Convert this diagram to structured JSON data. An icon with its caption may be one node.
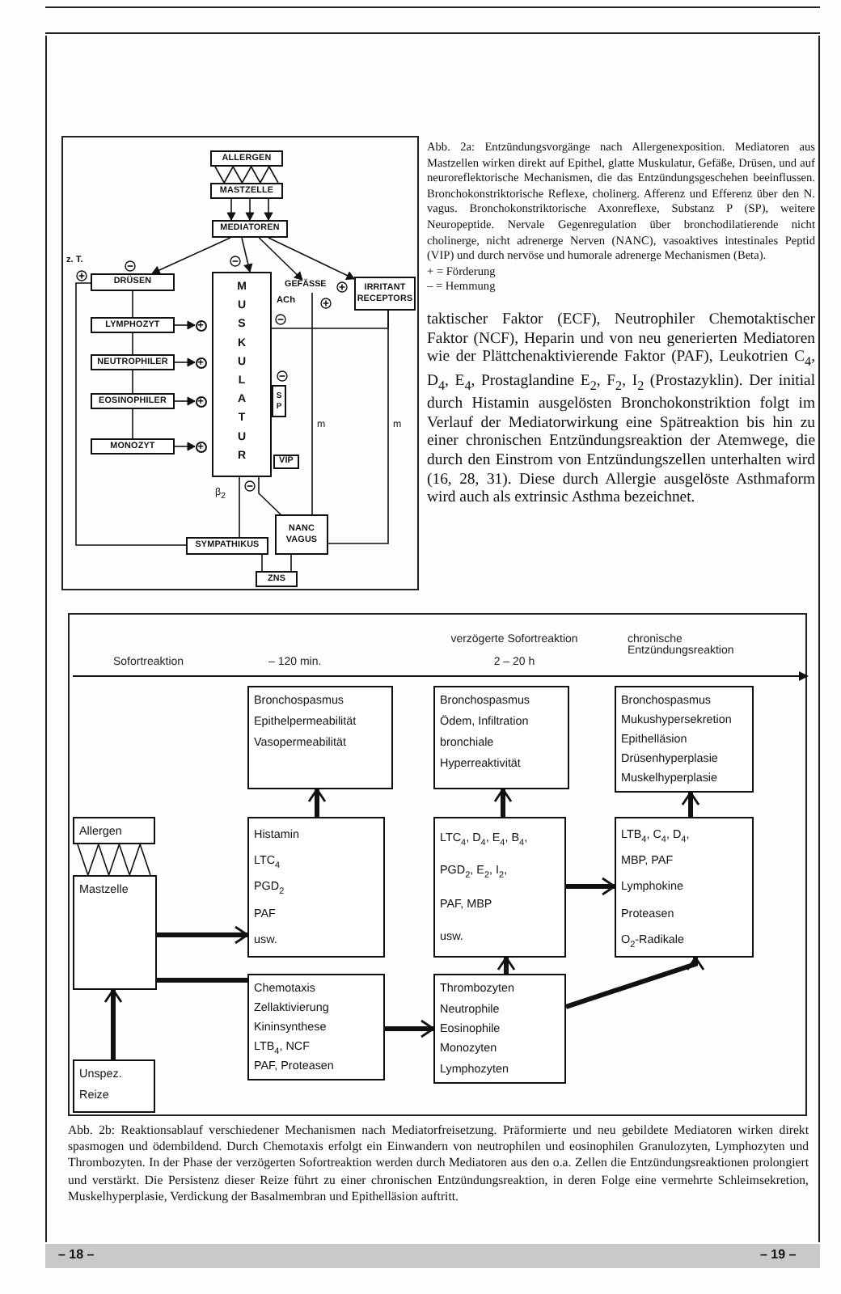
{
  "diagram": {
    "nodes": [
      {
        "text": [
          "ALLERGEN"
        ]
      },
      {
        "text": [
          "MASTZELLE"
        ]
      },
      {
        "text": [
          "MEDIATOREN"
        ]
      },
      {
        "text": [
          "DRÜSEN"
        ]
      },
      {
        "text": [
          "GEFÄSSE"
        ]
      },
      {
        "text": [
          "IRRITANT RECEPTORS"
        ]
      },
      {
        "text": [
          "MUSKULATUR"
        ]
      },
      {
        "text": [
          "LYMPHOZYT"
        ]
      },
      {
        "text": [
          "+"
        ]
      },
      {
        "text": [
          "NEUTROPHILER"
        ]
      },
      {
        "text": [
          "+"
        ]
      },
      {
        "text": [
          "SP"
        ]
      },
      {
        "text": [
          "EOSINOPHILER"
        ]
      },
      {
        "text": [
          "+"
        ]
      },
      {
        "text": [
          "MONOZYT"
        ]
      },
      {
        "text": [
          "+"
        ]
      },
      {
        "text": [
          "VIP"
        ]
      },
      {
        "text": [
          "NANC",
          "VAGUS"
        ]
      },
      {
        "text": [
          "SYMPATHIKUS"
        ]
      },
      {
        "text": [
          "ZNS"
        ]
      },
      {
        "text": [
          "Bronchospasmus",
          "Epithelpermeabilität",
          "Vasopermeabilität"
        ]
      },
      {
        "text": [
          "Bronchospasmus",
          "Ödem, Infiltration",
          "bronchiale Hyperreaktivität"
        ]
      },
      {
        "text": [
          "Bronchospasmus",
          "Mukushypersekretion",
          "Epithelläsion",
          "Drüsenhyperplasie",
          "Muskelhyperplasie"
        ]
      },
      {
        "text": [
          "Allergen"
        ]
      },
      {
        "text": [
          "Histamin",
          "LTC$_{4}$",
          "PGD$_{2}$",
          "PAF",
          "usw."
        ]
      },
      {
        "text": [
          "LTC$_{4}$, D$_{4}$, E$_{4}$, B$_{4}$,",
          "PGD$_{2}$, E$_{2}$, I$_{2}$,",
          "PAF, MBP",
          "usw."
        ]
      },
      {
        "text": [
          "LTB$_{4}$, C$_{4}$, D$_{4}$,",
          "MBP, PAF",
          "Lymphokine",
          "Proteasen",
          "O$_{2}$-Radikale"
        ]
      },
      {
        "text": [
          "Mastzelle"
        ]
      },
      {
        "text": [
          "Chemotaxis",
          "Zellaktivierung",
          "Kininsynthese",
          "LTB$_{4}$, NCF",
          "PAF, Proteasen"
        ]
      },
      {
        "text": [
          "Thrombozyten",
          "Neutrophile",
          "Eosinophile",
          "Monozyten",
          "Lymphozyten"
        ]
      },
      {
        "text": [
          "Unspez. Reize"
        ]
      }
    ],
    "edges": [
      {
        "from": 0,
        "to": 1,
        "arrow": "none"
      },
      {
        "from": 1,
        "to": 2,
        "arrow": "to"
      },
      {
        "from": 1,
        "to": 2,
        "arrow": "to"
      },
      {
        "from": 1,
        "to": 2,
        "arrow": "to"
      },
      {
        "from": 2,
        "to": 3,
        "arrow": "to"
      },
      {
        "from": 2,
        "to": 6,
        "arrow": "to"
      },
      {
        "from": 2,
        "to": 4,
        "arrow": "to"
      },
      {
        "from": 2,
        "to": 5,
        "arrow": "to"
      },
      {
        "from": 3,
        "to": 7,
        "arrow": "none"
      },
      {
        "from": 7,
        "to": 9,
        "arrow": "none"
      },
      {
        "from": 9,
        "to": 12,
        "arrow": "none"
      },
      {
        "from": 12,
        "to": 14,
        "arrow": "none"
      },
      {
        "from": 7,
        "to": 8,
        "arrow": "to"
      },
      {
        "from": 9,
        "to": 10,
        "arrow": "to"
      },
      {
        "from": 12,
        "to": 13,
        "arrow": "to"
      },
      {
        "from": 14,
        "to": 15,
        "arrow": "to"
      },
      {
        "from": 18,
        "to": 3,
        "arrow": "none"
      },
      {
        "from": 18,
        "to": 6,
        "arrow": "none",
        "label": "β$_{2}$"
      },
      {
        "from": 5,
        "to": 17,
        "arrow": "none",
        "label": "m"
      },
      {
        "from": 4,
        "to": 17,
        "arrow": "none",
        "label": "m"
      },
      {
        "from": 6,
        "to": 5,
        "arrow": "none"
      },
      {
        "from": 17,
        "to": 6,
        "arrow": "none"
      },
      {
        "from": 19,
        "to": 18,
        "arrow": "none"
      },
      {
        "from": 19,
        "to": 17,
        "arrow": "none"
      },
      {
        "from": 23,
        "to": 27,
        "arrow": "none"
      },
      {
        "from": 30,
        "to": 27,
        "arrow": "to",
        "style": "thick"
      },
      {
        "from": 27,
        "to": 24,
        "arrow": "to",
        "style": "thick"
      },
      {
        "from": 27,
        "to": 28,
        "arrow": "none",
        "style": "thick"
      },
      {
        "from": 28,
        "to": 29,
        "arrow": "to",
        "style": "thick"
      },
      {
        "from": 29,
        "to": 25,
        "arrow": "to",
        "style": "thick"
      },
      {
        "from": 29,
        "to": 26,
        "arrow": "to",
        "style": "thick"
      },
      {
        "from": 25,
        "to": 26,
        "arrow": "to",
        "style": "thick"
      },
      {
        "from": 24,
        "to": 20,
        "arrow": "to",
        "style": "thick"
      },
      {
        "from": 25,
        "to": 21,
        "arrow": "to",
        "style": "thick"
      },
      {
        "from": 26,
        "to": 22,
        "arrow": "to",
        "style": "thick"
      }
    ],
    "labels": [
      "z. T.",
      "ACh",
      "Abb. 2a: Entzündungsvorgänge nach Allergenexposition. Mediatoren aus Mastzellen wirken direkt auf Epithel, glatte Muskulatur, Gefäße, Drüsen, und auf neuroreflektorische Mechanismen, die das Entzündungsgeschehen beeinflussen. Bronchokonstriktorische Reflexe, cholinerg. Afferenz und Efferenz über den N. vagus. Bronchokonstriktorische Axonreflexe, Substanz P (SP), weitere Neuropeptide. Nervale Gegenregulation über bronchodilatierende nicht cholinerge, nicht adrenerge Nerven (NANC), vasoaktives intestinales Peptid (VIP) und durch nervöse und humorale adrenerge Mechanismen (Beta).",
      "taktischer Faktor (ECF), Neutrophiler Chemotaktischer Faktor (NCF), Heparin und von neu generierten Mediatoren wie der Plättchenaktivierende Faktor (PAF), Leukotrien C$_{4}$, D$_{4}$, E$_{4}$, Prostaglandine E$_{2}$, F$_{2}$, I$_{2}$ (Prostazyklin). Der initial durch Histamin ausgelösten Bronchokonstriktion folgt im Verlauf der Mediatorwirkung eine Spätreaktion bis hin zu einer chronischen Entzündungsreaktion der Atemwege, die durch den Einstrom von Entzündungszellen unterhalten wird (16, 28, 31). Diese durch Allergie ausgelöste Asthmaform wird auch als extrinsic Asthma bezeichnet.",
      "Sofortreaktion",
      "– 120 min.",
      "verzögerte Sofortreaktion",
      "2 – 20 h",
      "chronische Entzündungsreaktion",
      "Abb. 2b: Reaktionsablauf verschiedener Mechanismen nach Mediatorfreisetzung. Präformierte und neu gebildete Mediatoren wirken direkt spasmogen und ödembildend. Durch Chemotaxis erfolgt ein Einwandern von neutrophilen und eosinophilen Granulozyten, Lymphozyten und Thrombozyten. In der Phase der verzögerten Sofortreaktion werden durch Mediatoren aus den o.a. Zellen die Entzündungsreaktionen prolongiert und verstärkt. Die Persistenz dieser Reize führt zu einer chronischen Entzündungsreaktion, in deren Folge eine vermehrte Schleimsekretion, Muskelhyperplasie, Verdickung der Basalmembran und Epithelläsion auftritt.",
      "– 18 –",
      "– 19 –"
    ],
    "legend": [
      {
        "text": "+ = Förderung"
      },
      {
        "text": "– = Hemmung"
      }
    ]
  }
}
